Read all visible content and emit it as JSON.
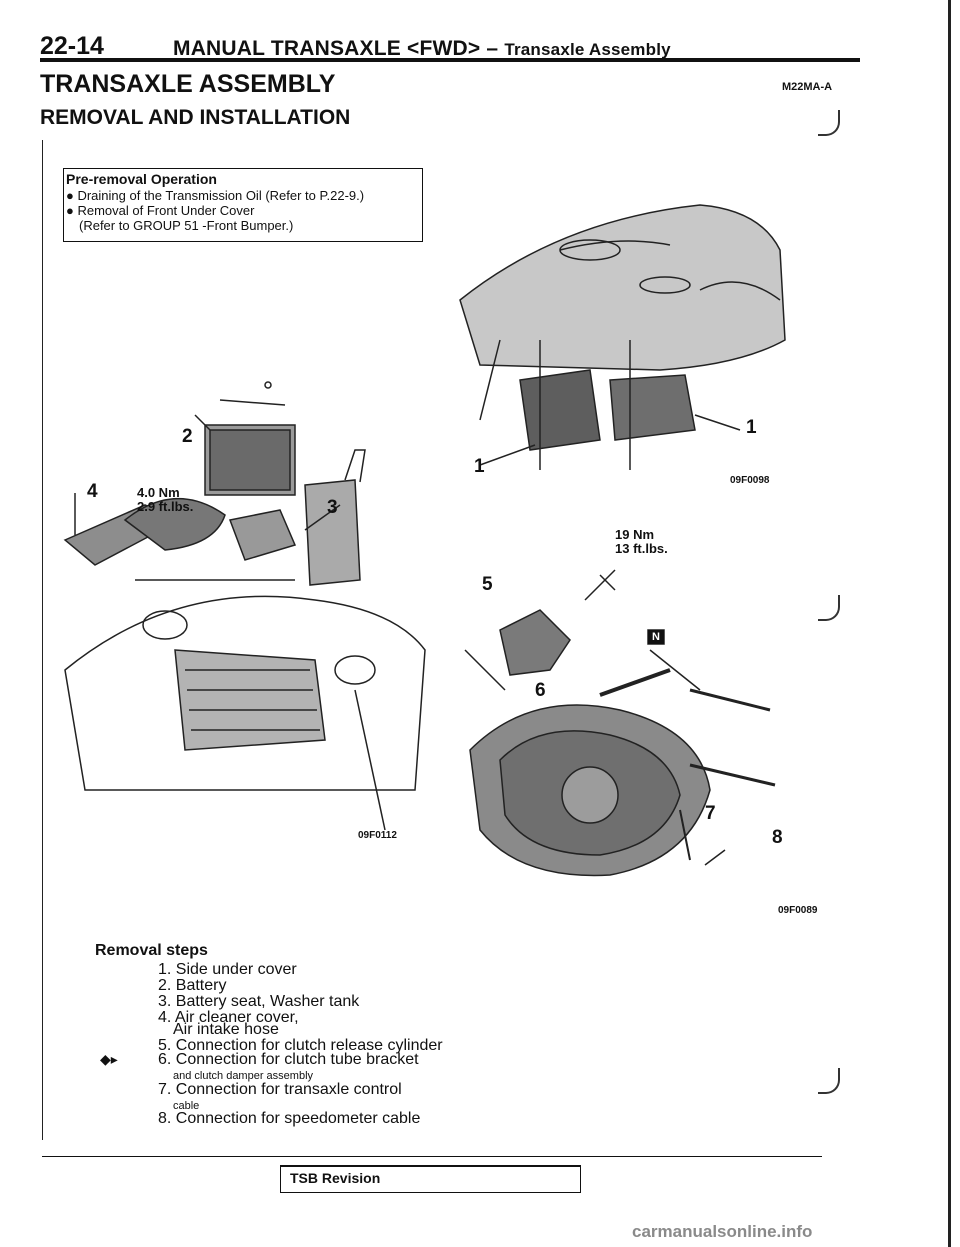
{
  "header": {
    "page_number": "22-14",
    "title": "MANUAL TRANSAXLE <FWD> –",
    "subtitle": "Transaxle Assembly"
  },
  "section": {
    "title": "TRANSAXLE ASSEMBLY",
    "code": "M22MA-A",
    "subtitle": "REMOVAL AND INSTALLATION"
  },
  "pre_removal": {
    "title": "Pre-removal Operation",
    "items": [
      "● Draining of the Transmission Oil (Refer to P.22-9.)",
      "● Removal of Front Under Cover",
      "(Refer to GROUP 51 -Front Bumper.)"
    ]
  },
  "figure_left": {
    "labels": [
      "2",
      "4",
      "3"
    ],
    "torque": [
      "4.0 Nm",
      "2.9 ft.lbs."
    ],
    "code": "09F0112"
  },
  "figure_right_top": {
    "labels": [
      "1",
      "1"
    ],
    "code": "09F0098"
  },
  "figure_right_bottom": {
    "labels": [
      "5",
      "6",
      "7",
      "8"
    ],
    "torque": [
      "19 Nm",
      "13 ft.lbs."
    ],
    "badge": "N",
    "code": "09F0089"
  },
  "steps": {
    "title": "Removal steps",
    "items": [
      "1. Side under cover",
      "2. Battery",
      "3. Battery seat, Washer tank",
      "4. Air cleaner cover,",
      "Air intake hose",
      "5. Connection for clutch release cylinder",
      "6. Connection for clutch tube bracket",
      "and clutch damper assembly",
      "7. Connection for transaxle control",
      "cable",
      "8. Connection for speedometer cable"
    ]
  },
  "footer": {
    "tsb_label": "TSB Revision",
    "watermark": "carmanualsonline.info"
  }
}
